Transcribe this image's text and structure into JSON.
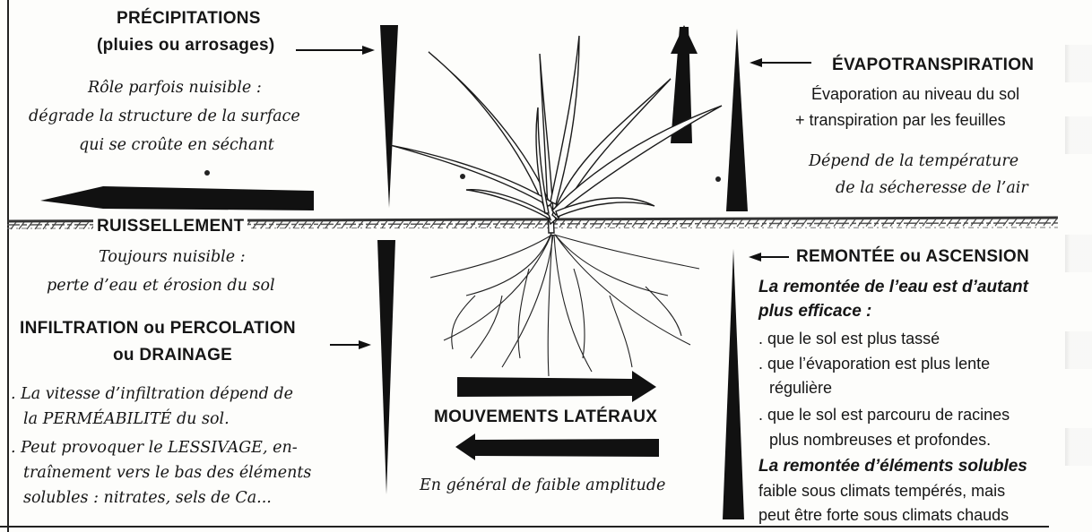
{
  "precipitations": {
    "title": "PRÉCIPITATIONS",
    "subtitle": "(pluies ou arrosages)",
    "note_lines": [
      "Rôle parfois nuisible :",
      "dégrade la structure de la surface",
      "qui se croûte en séchant"
    ]
  },
  "evapotranspiration": {
    "title": "ÉVAPOTRANSPIRATION",
    "lines": [
      "Évaporation au niveau du sol",
      "+ transpiration par les feuilles"
    ],
    "note_lines": [
      "Dépend de la température",
      "de la sécheresse de l’air"
    ]
  },
  "ruissellement": {
    "title": "RUISSELLEMENT",
    "note_lines": [
      "Toujours nuisible :",
      "perte d’eau et érosion du sol"
    ]
  },
  "infiltration": {
    "title_lines": [
      "INFILTRATION ou PERCOLATION",
      "ou DRAINAGE"
    ],
    "paragraph1": [
      ". La vitesse d’infiltration dépend de",
      "la PERMÉABILITÉ du sol."
    ],
    "paragraph2": [
      ". Peut provoquer le LESSIVAGE, en-",
      "traînement vers le bas des éléments",
      "solubles : nitrates, sels de Ca..."
    ]
  },
  "mouvements": {
    "title": "MOUVEMENTS LATÉRAUX",
    "note": "En général de faible amplitude"
  },
  "remontee": {
    "title": "REMONTÉE ou ASCENSION",
    "intro_lines": [
      "La remontée de l’eau est d’autant",
      "plus efficace :"
    ],
    "bullets": [
      ". que le sol est plus tassé",
      ". que l’évaporation est plus lente",
      "régulière",
      ". que le sol est parcouru de racines",
      "plus nombreuses et profondes."
    ],
    "solubles_title": "La remontée d’éléments solubles",
    "solubles_lines": [
      "faible sous climats tempérés, mais",
      "peut être forte sous climats chauds"
    ]
  },
  "colors": {
    "ink": "#161616",
    "paper": "#fdfdfb"
  }
}
